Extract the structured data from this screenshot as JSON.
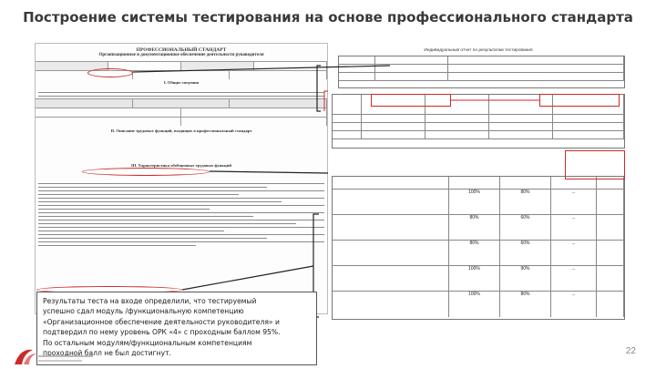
{
  "slide": {
    "title": "Построение системы тестирования на основе профессионального стандарта",
    "page_number": "22"
  },
  "left_document": {
    "heading": "ПРОФЕССИОНАЛЬНЫЙ СТАНДАРТ",
    "subheading": "Организационное и документационное обеспечение деятельности руководителя",
    "labels": {
      "section_1": "I. Общие сведения",
      "section_2": "II. Описание трудовых функций, входящих в профессиональный стандарт",
      "section_3": "III. Характеристика обобщенных трудовых функций"
    }
  },
  "right_document": {
    "heading": "Индивидуальный отчет по результатам тестирования",
    "score_rows": [
      {
        "a": "100%",
        "b": "80%",
        "c": "..."
      },
      {
        "a": "80%",
        "b": "60%",
        "c": "..."
      },
      {
        "a": "80%",
        "b": "60%",
        "c": "..."
      },
      {
        "a": "100%",
        "b": "90%",
        "c": "..."
      },
      {
        "a": "100%",
        "b": "80%",
        "c": "..."
      }
    ]
  },
  "note": {
    "text_lines": [
      "Результаты теста на входе определили, что тестируемый",
      "успешно сдал модуль /функциональную компетенцию",
      "«Организационное обеспечение деятельности руководителя» и",
      "подтвердил по нему уровень ОРК «4» с проходным баллом 95%.",
      "По остальным модулям/функциональным компетенциям",
      "проходной балл не был достигнут."
    ]
  },
  "colors": {
    "accent_red": "#cc2a2a",
    "title_text": "#3a3a3a"
  }
}
